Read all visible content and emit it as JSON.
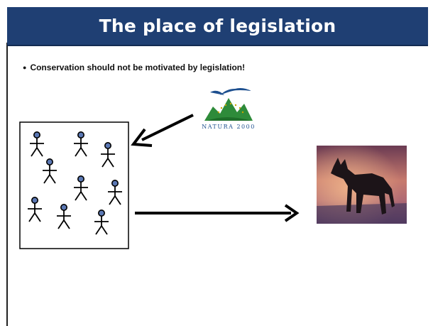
{
  "slide": {
    "title": "The place of legislation",
    "bullet": "Conservation should not be motivated by legislation!"
  },
  "logo": {
    "caption": "NATURA 2000"
  },
  "colors": {
    "title_bar": "#1f3f73",
    "stick_head": "#5b78b4",
    "logo_green": "#2e8b3a",
    "logo_blue": "#1d4f8f"
  },
  "icons": [
    "stick-figure-icon",
    "natura-2000-logo",
    "wolf-image",
    "arrow"
  ]
}
